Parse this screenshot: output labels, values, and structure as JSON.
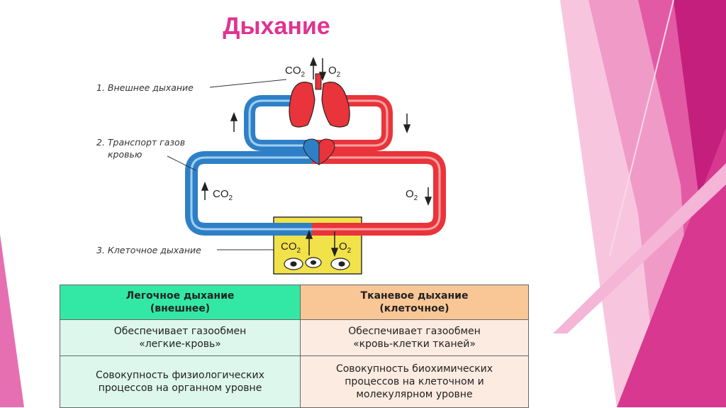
{
  "slide": {
    "title": "Дыхание"
  },
  "diagram": {
    "labels": {
      "external": "1. Внешнее дыхание",
      "transport_line1": "2. Транспорт газов",
      "transport_line2": "кровью",
      "cellular": "3. Клеточное дыхание"
    },
    "gases": {
      "co2": "CO",
      "o2": "O",
      "subscript": "2"
    },
    "colors": {
      "venous": "#2e7fc6",
      "arterial": "#e8343a",
      "tissue": "#f2e24a",
      "accent": "#e0338f"
    }
  },
  "table": {
    "headers": [
      [
        "Легочное дыхание",
        "(внешнее)"
      ],
      [
        "Тканевое дыхание",
        "(клеточное)"
      ]
    ],
    "rows": [
      [
        [
          "Обеспечивает газообмен",
          "«легкие-кровь»"
        ],
        [
          "Обеспечивает газообмен",
          "«кровь-клетки тканей»"
        ]
      ],
      [
        [
          "Совокупность физиологических",
          "процессов на органном уровне"
        ],
        [
          "Совокупность биохимических",
          "процессов на клеточном и",
          "молекулярном уровне"
        ]
      ]
    ]
  }
}
